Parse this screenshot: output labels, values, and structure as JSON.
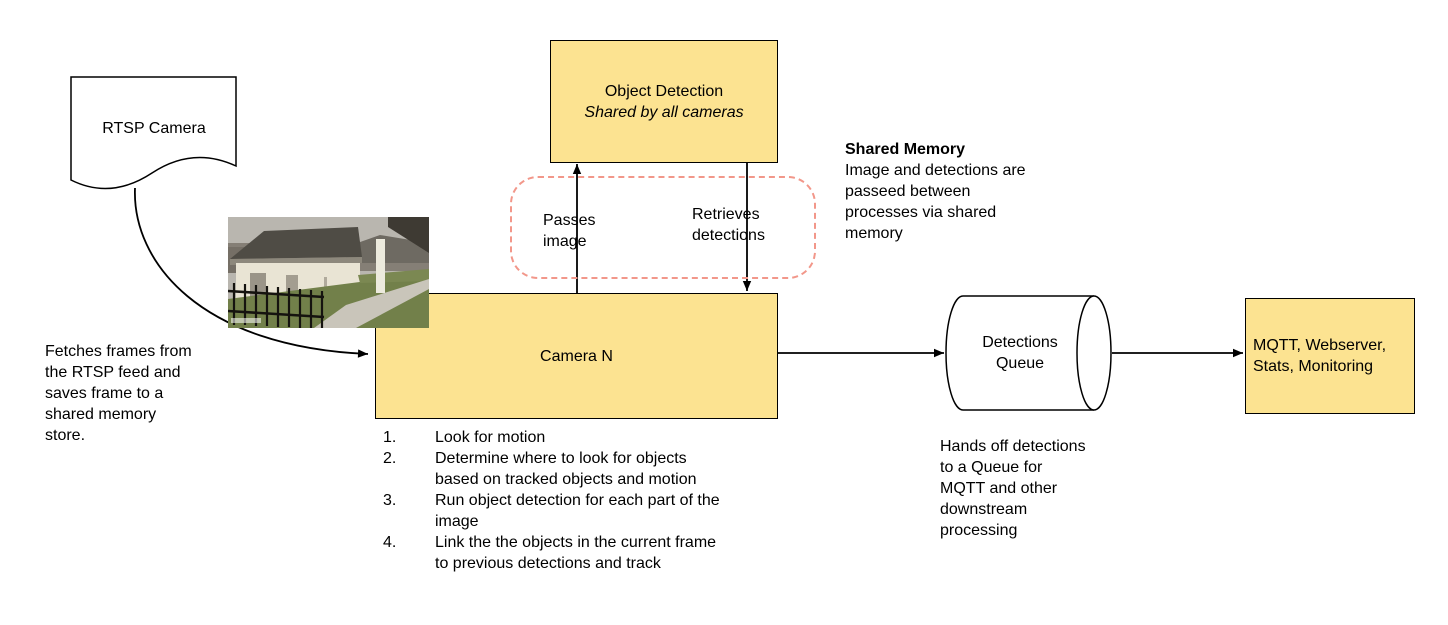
{
  "colors": {
    "node_fill": "#FCE391",
    "node_border": "#000000",
    "shared_memory_dash": "#F2978A",
    "arrow": "#000000"
  },
  "nodes": {
    "rtsp_camera": {
      "label": "RTSP Camera"
    },
    "object_detection": {
      "title": "Object Detection",
      "subtitle": "Shared by all cameras"
    },
    "camera_n": {
      "label": "Camera N"
    },
    "detections_queue": {
      "label": "Detections\nQueue"
    },
    "outputs": {
      "label": "MQTT, Webserver,\nStats, Monitoring"
    }
  },
  "edges": {
    "passes_image": "Passes\nimage",
    "retrieves_detections": "Retrieves\ndetections"
  },
  "notes": {
    "fetch": "Fetches frames from\nthe RTSP feed and\nsaves frame to a\nshared memory\nstore.",
    "shared_memory_title": "Shared Memory",
    "shared_memory_body": "Image and detections are\npasseed between\nprocesses via shared\nmemory",
    "hands_off": "Hands off detections\nto a Queue for\nMQTT and other\ndownstream\nprocessing"
  },
  "camera_steps": [
    {
      "num": "1.",
      "text": "Look for motion"
    },
    {
      "num": "2.",
      "text": "Determine where to look for objects\nbased on tracked objects and motion"
    },
    {
      "num": "3.",
      "text": "Run object detection for each part of the\nimage"
    },
    {
      "num": "4.",
      "text": "Link the the objects in the current frame\nto previous detections and track"
    }
  ]
}
